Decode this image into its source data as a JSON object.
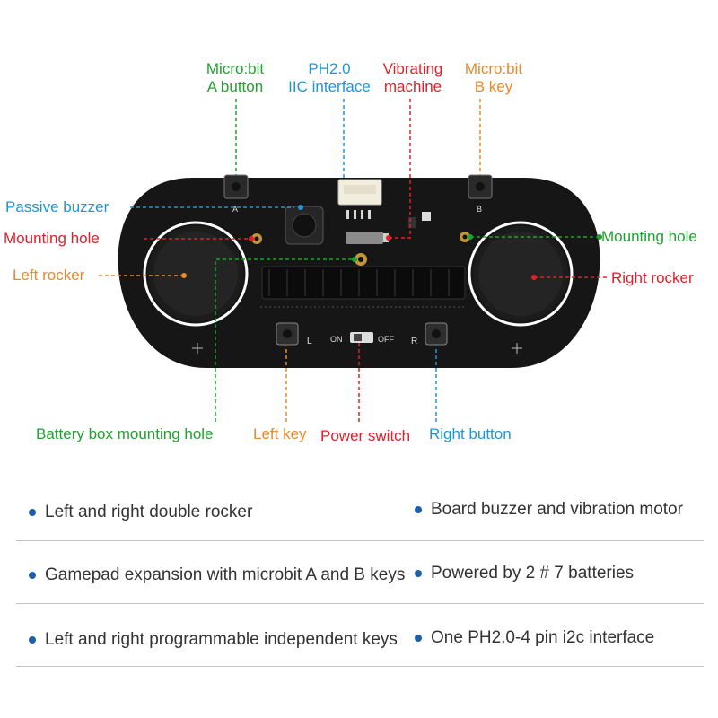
{
  "labels": {
    "a_button": [
      "Micro:bit",
      "A button"
    ],
    "ph20": [
      "PH2.0",
      "IIC interface"
    ],
    "vibrating": [
      "Vibrating",
      "machine"
    ],
    "b_key": [
      "Micro:bit",
      "B key"
    ],
    "passive_buzzer": "Passive buzzer",
    "mounting_hole_left": "Mounting hole",
    "mounting_hole_right": "Mounting hole",
    "left_rocker": "Left rocker",
    "right_rocker": "Right rocker",
    "battery_box": "Battery box mounting hole",
    "left_key": "Left key",
    "power_switch": "Power switch",
    "right_button": "Right button"
  },
  "board_silk": {
    "a": "A",
    "b": "B",
    "l": "L",
    "r": "R",
    "on": "ON",
    "off": "OFF"
  },
  "features": [
    "Left and right double rocker",
    "Board buzzer and vibration motor",
    "Gamepad expansion with microbit A and B keys",
    "Powered by 2 # 7 batteries",
    "Left and right programmable independent keys",
    "One PH2.0-4 pin i2c interface"
  ],
  "colors": {
    "green": "#21a12f",
    "orange": "#e8892b",
    "blue": "#2196d6",
    "red": "#e0202a",
    "bullet": "#1f5ea8"
  }
}
